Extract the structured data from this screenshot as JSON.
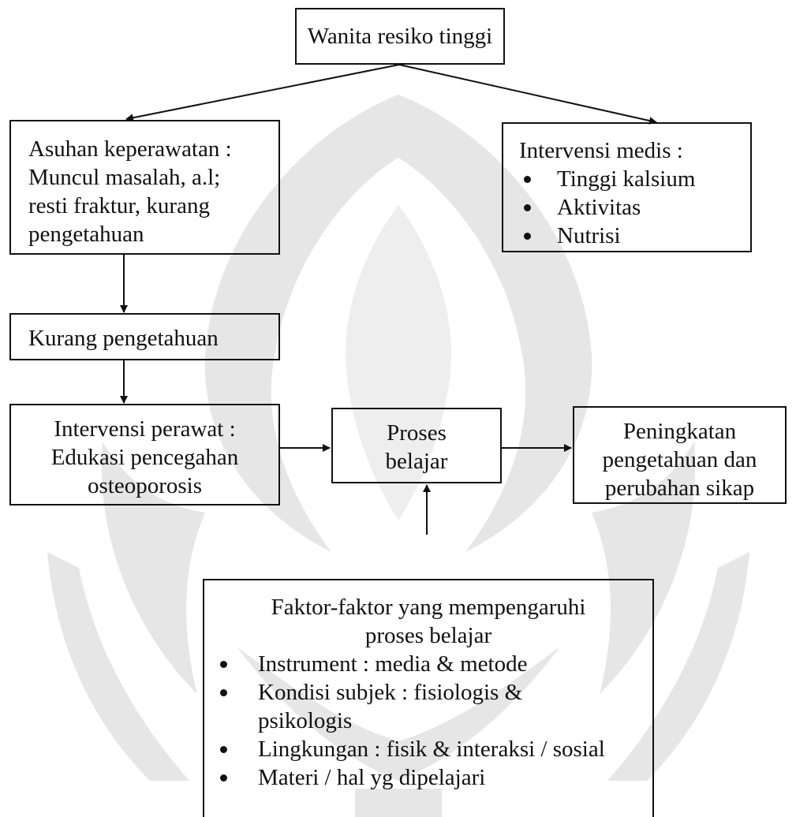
{
  "top_box": {
    "text": "Wanita resiko tinggi"
  },
  "asuhan_box": {
    "lines": [
      "Asuhan keperawatan :",
      "Muncul masalah, a.l;",
      "resti fraktur, kurang",
      "pengetahuan"
    ]
  },
  "medis_box": {
    "title": "Intervensi medis :",
    "items": [
      "Tinggi kalsium",
      "Aktivitas",
      "Nutrisi"
    ]
  },
  "kurang_box": {
    "text": "Kurang pengetahuan"
  },
  "perawat_box": {
    "lines": [
      "Intervensi perawat :",
      "Edukasi pencegahan",
      "osteoporosis"
    ]
  },
  "proses_box": {
    "lines": [
      "Proses",
      "belajar"
    ]
  },
  "peningkatan_box": {
    "lines": [
      "Peningkatan",
      "pengetahuan dan",
      "perubahan sikap"
    ]
  },
  "faktor_box": {
    "title_lines": [
      "Faktor-faktor yang mempengaruhi",
      "proses belajar"
    ],
    "items": [
      {
        "lines": [
          "Instrument : media & metode"
        ]
      },
      {
        "lines": [
          "Kondisi subjek : fisiologis &",
          "psikologis"
        ]
      },
      {
        "lines": [
          "Lingkungan : fisik & interaksi / sosial"
        ]
      },
      {
        "lines": [
          "Materi / hal yg dipelajari"
        ]
      }
    ]
  },
  "colors": {
    "stroke": "#111111",
    "watermark": "#e4e4e4"
  }
}
